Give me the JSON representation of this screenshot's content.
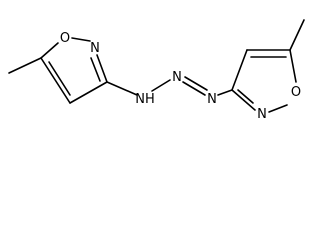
{
  "molecule": {
    "atoms": {
      "ring_left_o": "O",
      "ring_left_n": "N",
      "linker_nh": "NH",
      "linker_n2": "N",
      "linker_n3": "N",
      "ring_right_n": "N",
      "ring_right_o": "O"
    },
    "colors": {
      "bond": "#000000",
      "label": "#000000",
      "background": "#ffffff"
    }
  }
}
